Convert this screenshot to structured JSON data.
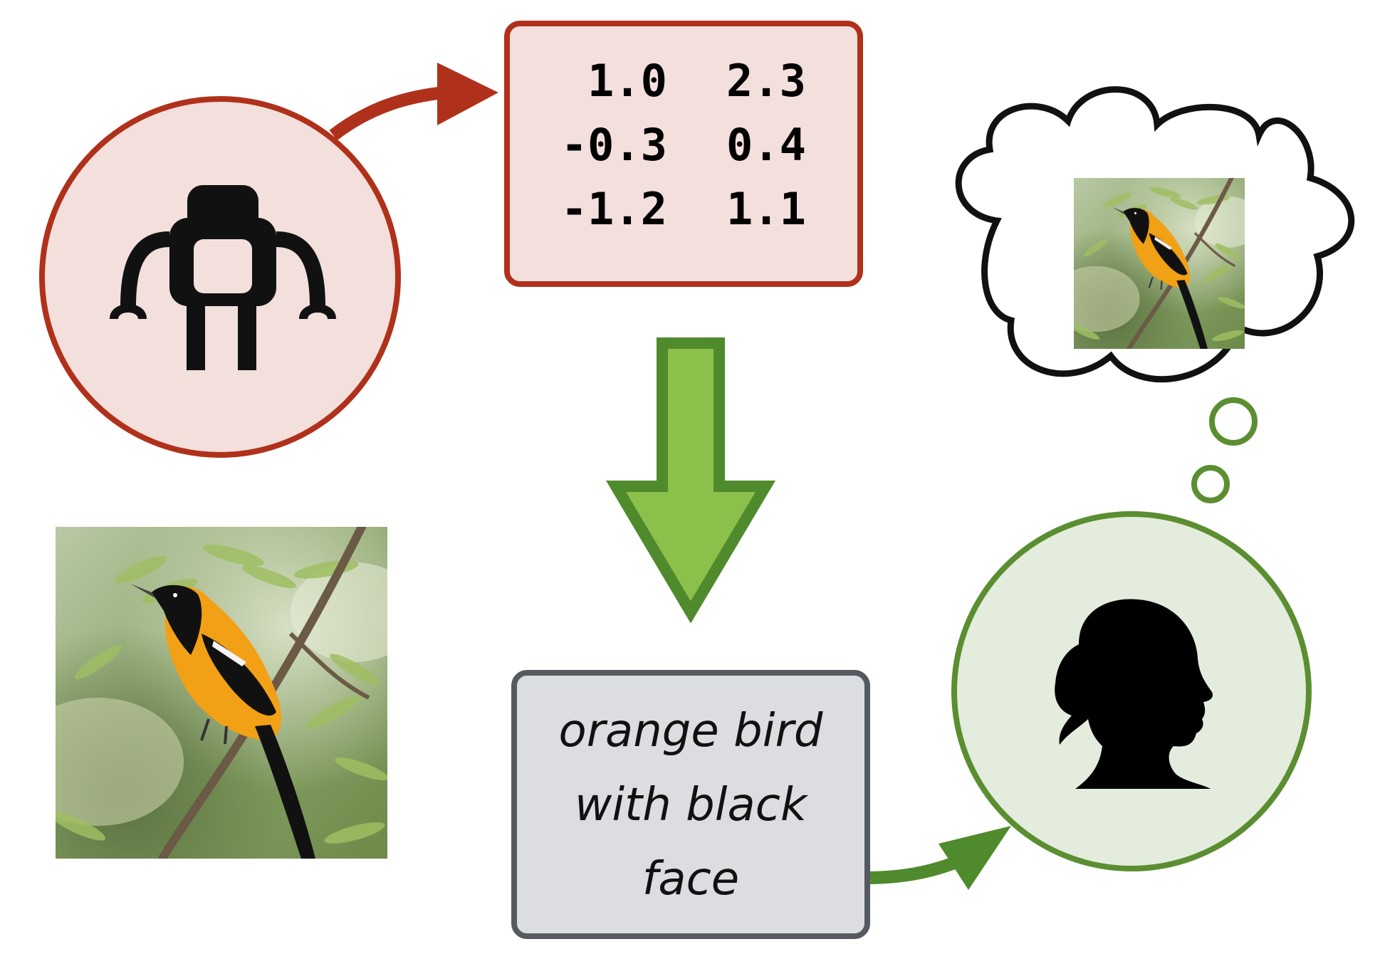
{
  "embedding": {
    "rows": [
      [
        " 1.0",
        "2.3"
      ],
      [
        "-0.3",
        "0.4"
      ],
      [
        "-1.2",
        "1.1"
      ]
    ]
  },
  "caption": {
    "lines": [
      "orange bird",
      "with black",
      "face"
    ]
  },
  "icons": {
    "agent": "robot-icon",
    "listener": "person-silhouette-icon",
    "photo": "oriole-bird-image",
    "thought": "thought-cloud-icon"
  },
  "colors": {
    "red_stroke": "#b0311b",
    "red_fill": "#f3dfdc",
    "green_stroke": "#5b8e30",
    "green_fill": "#e4ecdd",
    "green_arrow_fill": "#8bc04b",
    "green_arrow_stroke": "#4f8a2c",
    "gray_stroke": "#555a60",
    "gray_fill": "#dcdde0"
  }
}
